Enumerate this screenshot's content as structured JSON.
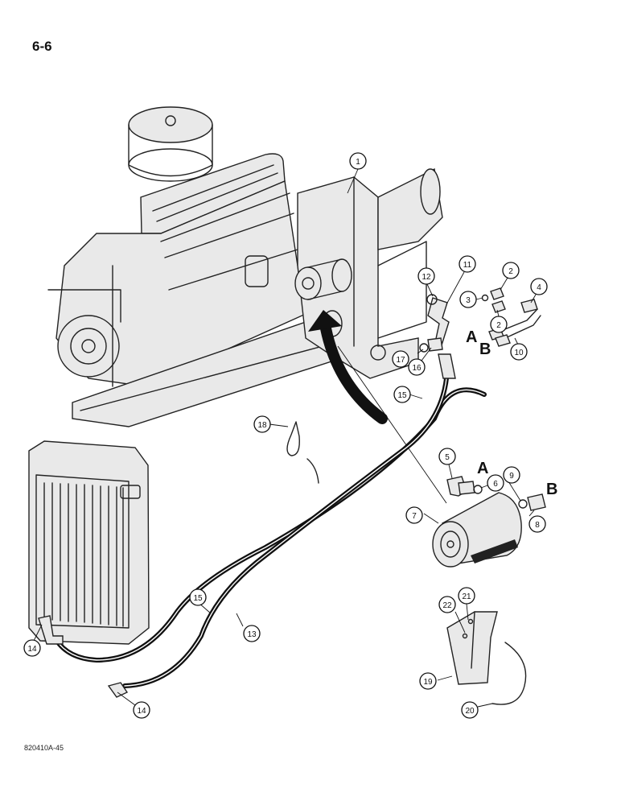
{
  "page_number": "6-6",
  "figure_code": "820410A-45",
  "port_labels": {
    "a_lower": "A",
    "b_lower": "B",
    "a_upper": "A",
    "b_upper": "B"
  },
  "callouts": {
    "c1": "1",
    "c2a": "2",
    "c2b": "2",
    "c3": "3",
    "c4": "4",
    "c5": "5",
    "c6": "6",
    "c7": "7",
    "c8": "8",
    "c9": "9",
    "c10": "10",
    "c11": "11",
    "c12": "12",
    "c13": "13",
    "c14a": "14",
    "c14b": "14",
    "c15a": "15",
    "c15b": "15",
    "c16": "16",
    "c17": "17",
    "c18": "18",
    "c19": "19",
    "c20": "20",
    "c21": "21",
    "c22": "22"
  }
}
